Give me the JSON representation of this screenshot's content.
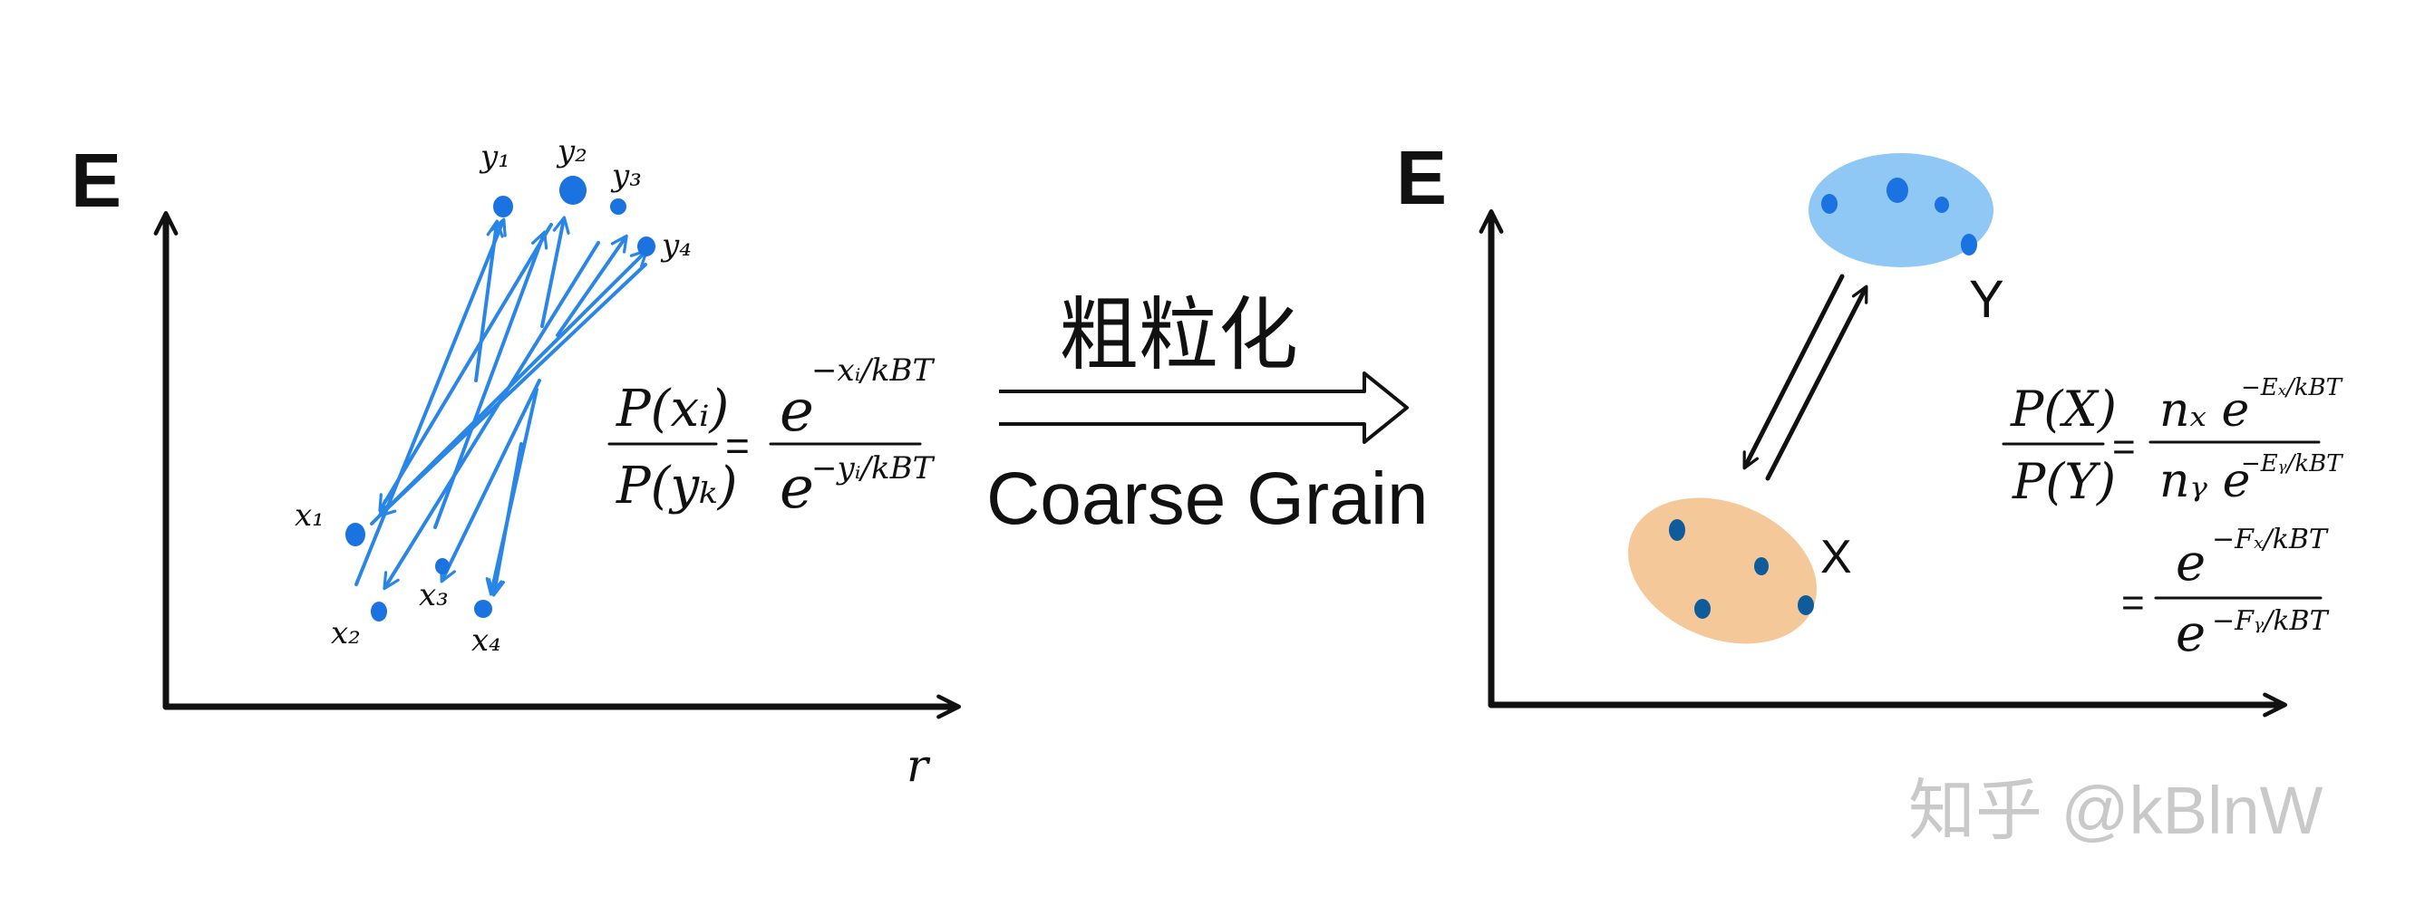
{
  "colors": {
    "ink": "#111111",
    "dot_blue": "#1a73e0",
    "arrow_blue": "#2a86e6",
    "dot_dark": "#0e5c9c",
    "cluster_y_fill": "#8fc8f5",
    "cluster_x_fill": "#f5c89a",
    "watermark": "#c9c9c9"
  },
  "left_panel": {
    "y_axis_label": "E",
    "x_axis_label": "r",
    "y_states": [
      "y₁",
      "y₂",
      "y₃",
      "y₄"
    ],
    "x_states": [
      "x₁",
      "x₂",
      "x₃",
      "x₄"
    ],
    "formula": {
      "lhs_num": "P(xᵢ)",
      "lhs_den": "P(yₖ)",
      "equals": "=",
      "rhs_num_base": "e",
      "rhs_num_exp": "−xᵢ/kBT",
      "rhs_den_base": "e",
      "rhs_den_exp": "−yᵢ/kBT"
    }
  },
  "center": {
    "label_cn": "粗粒化",
    "label_en": "Coarse Grain"
  },
  "right_panel": {
    "y_axis_label": "E",
    "cluster_y_label": "Y",
    "cluster_x_label": "X",
    "formula": {
      "lhs_num": "P(X)",
      "lhs_den": "P(Y)",
      "eq1": "=",
      "r1_num_pre": "nₓ e",
      "r1_num_exp": "−Eₓ/kBT",
      "r1_den_pre": "nᵧ e",
      "r1_den_exp": "−Eᵧ/kBT",
      "eq2": "=",
      "r2_num_base": "e",
      "r2_num_exp": "−Fₓ/kBT",
      "r2_den_base": "e",
      "r2_den_exp": "−Fᵧ/kBT"
    }
  },
  "watermark": "知乎 @kBlnW"
}
